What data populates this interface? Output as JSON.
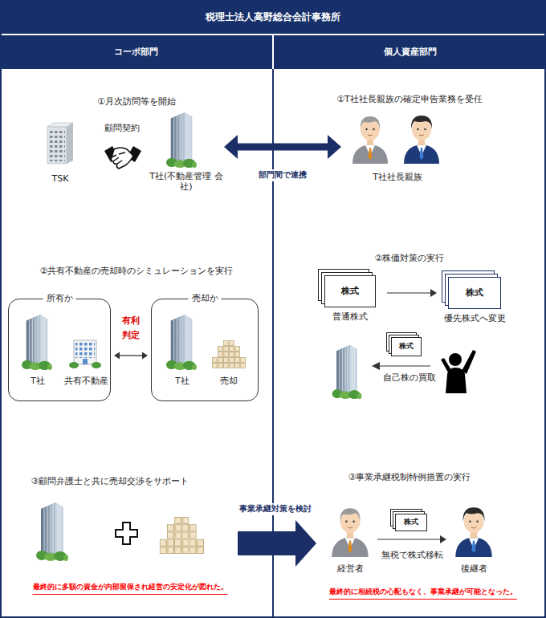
{
  "diagram": {
    "title": "税理士法人高野総合会計事務所",
    "nodes": [
      {
        "text": [
          "コーポ部門"
        ]
      },
      {
        "text": [
          "個人資産部門"
        ]
      },
      {
        "text": [
          "T社(不動産管理 会社)"
        ]
      },
      {
        "text": [
          "T社社長親族"
        ]
      },
      {
        "text": [
          "所有か",
          "T社",
          "共有不動産"
        ]
      },
      {
        "text": [
          "売却か",
          "T社",
          "売却"
        ]
      },
      {
        "text": [
          "株式",
          "普通株式"
        ]
      },
      {
        "text": [
          "株式",
          "優先株式へ変更"
        ]
      },
      {
        "text": [
          "株式"
        ]
      },
      {
        "text": [
          "経営者"
        ]
      },
      {
        "text": [
          "株式"
        ]
      },
      {
        "text": [
          "後継者"
        ]
      }
    ],
    "edges": [
      {
        "from": 2,
        "to": 3,
        "arrow": "both",
        "label": "部門間で連携"
      },
      {
        "from": 4,
        "to": 5,
        "arrow": "both",
        "label": "有利 判定"
      },
      {
        "from": 6,
        "to": 7,
        "arrow": "to"
      },
      {
        "from": 9,
        "to": 11,
        "arrow": "to",
        "label": "無税で株式移転"
      }
    ],
    "labels": [
      "①月次訪問等を開始",
      "顧問契約",
      "TSK",
      "①T社社長親族の確定申告業務を受任",
      "②共有不動産の売却時のシミュレーションを実行",
      "②株価対策の実行",
      "自己株の買取",
      "③顧問弁護士と共に売却交渉をサポート",
      "事業承継対策を検討",
      "③事業承継税制特例措置の実行",
      "最終的に多額の資金が内部留保され経営の安定化が図れた。",
      "最終的に相続税の心配もなく、事業承継が可能となった。"
    ]
  }
}
